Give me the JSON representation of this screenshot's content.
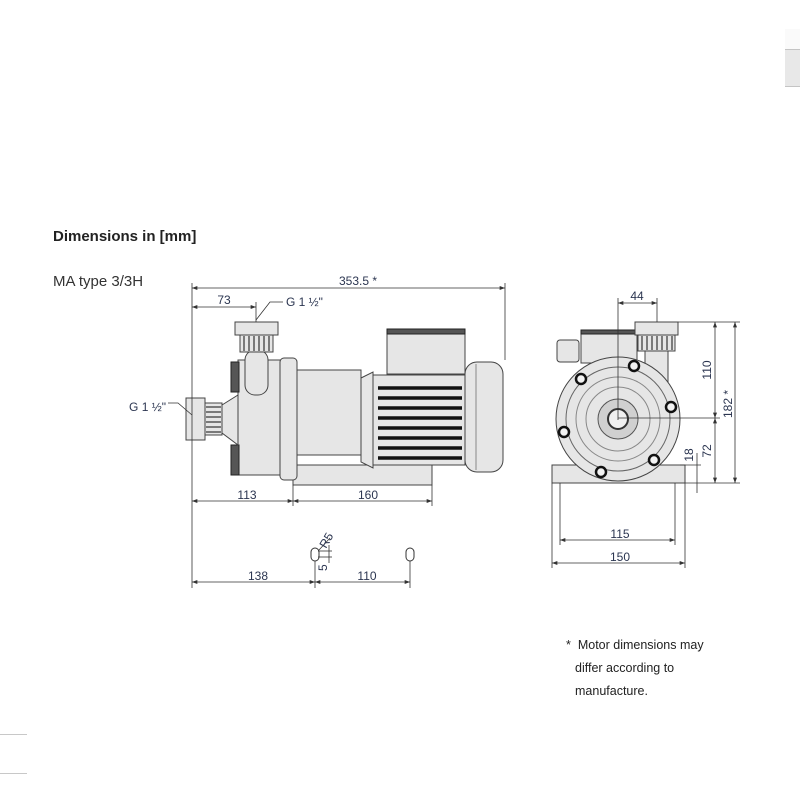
{
  "heading": "Dimensions in [mm]",
  "model": "MA type 3/3H",
  "side_view": {
    "overall_length": "353.5 *",
    "inlet_offset": "73",
    "top_connection": "G 1 ½\"",
    "side_connection": "G 1 ½\"",
    "front_to_base": "113",
    "base_length": "160",
    "front_to_hole": "138",
    "hole_spacing": "110",
    "hole_radius": "R5",
    "hole_width": "5"
  },
  "front_view": {
    "outlet_offset": "44",
    "shaft_to_top": "110",
    "overall_height": "182 *",
    "shaft_height": "72",
    "base_height": "18",
    "hole_spacing": "115",
    "base_width": "150"
  },
  "footnote": {
    "marker": "*",
    "lines": [
      "Motor dimensions may",
      "differ according to",
      "manufacture."
    ]
  }
}
